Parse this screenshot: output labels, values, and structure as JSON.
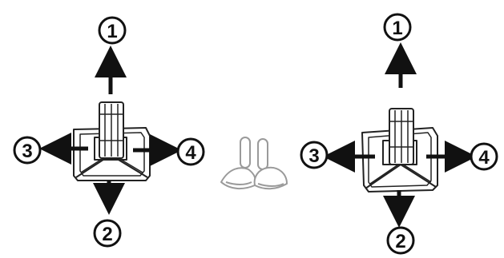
{
  "figure": {
    "left_diagram": {
      "callouts": [
        "1",
        "2",
        "3",
        "4"
      ]
    },
    "right_diagram": {
      "callouts": [
        "1",
        "2",
        "3",
        "4"
      ]
    }
  },
  "colors": {
    "ink": "#111111",
    "outline": "#222222",
    "light_part": "#9a9a9a",
    "background": "#ffffff"
  }
}
